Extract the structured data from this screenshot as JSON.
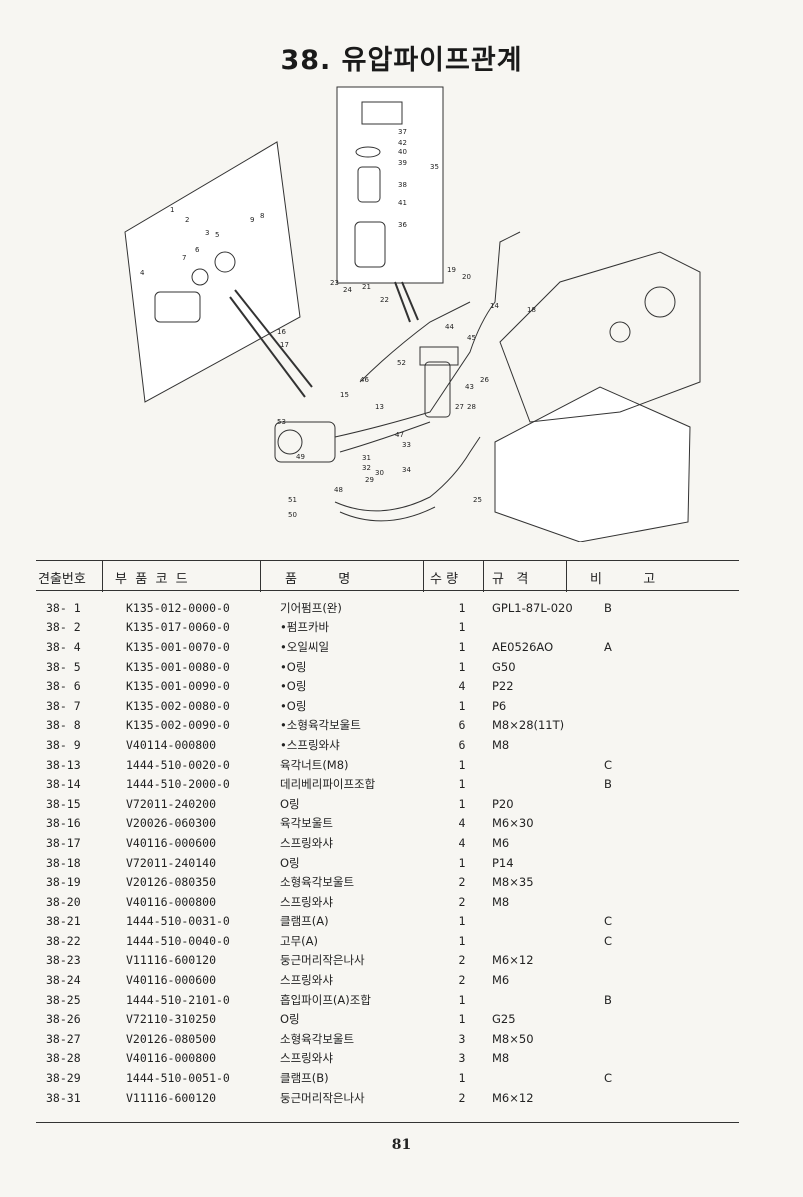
{
  "page": {
    "title": "38. 유압파이프관계",
    "page_number": "81"
  },
  "diagram": {
    "callouts": [
      "1",
      "2",
      "3",
      "4",
      "5",
      "6",
      "7",
      "8",
      "9",
      "13",
      "14",
      "15",
      "16",
      "17",
      "18",
      "19",
      "20",
      "21",
      "22",
      "23",
      "24",
      "25",
      "26",
      "27",
      "28",
      "29",
      "30",
      "31",
      "32",
      "33",
      "34",
      "35",
      "36",
      "37",
      "38",
      "39",
      "40",
      "41",
      "42",
      "43",
      "44",
      "45",
      "46",
      "47",
      "48",
      "49",
      "50",
      "51",
      "52",
      "53"
    ]
  },
  "table": {
    "headers": {
      "no": "견출번호",
      "code": "부  품  코  드",
      "name": "품          명",
      "qty": "수 량",
      "spec": "규   격",
      "remarks": "비          고"
    },
    "rows": [
      {
        "no": "38- 1",
        "code": "K135-012-0000-0",
        "name": "기어펌프(완)",
        "qty": "1",
        "spec": "GPL1-87L-020",
        "rem": "B"
      },
      {
        "no": "38- 2",
        "code": "K135-017-0060-0",
        "name": "•펌프카바",
        "qty": "1",
        "spec": "",
        "rem": ""
      },
      {
        "no": "38- 4",
        "code": "K135-001-0070-0",
        "name": "•오일씨일",
        "qty": "1",
        "spec": "AE0526AO",
        "rem": "A"
      },
      {
        "no": "38- 5",
        "code": "K135-001-0080-0",
        "name": "•O링",
        "qty": "1",
        "spec": "G50",
        "rem": ""
      },
      {
        "no": "38- 6",
        "code": "K135-001-0090-0",
        "name": "•O링",
        "qty": "4",
        "spec": "P22",
        "rem": ""
      },
      {
        "no": "38- 7",
        "code": "K135-002-0080-0",
        "name": "•O링",
        "qty": "1",
        "spec": "P6",
        "rem": ""
      },
      {
        "no": "38- 8",
        "code": "K135-002-0090-0",
        "name": "•소형육각보울트",
        "qty": "6",
        "spec": "M8×28(11T)",
        "rem": ""
      },
      {
        "no": "38- 9",
        "code": "V40114-000800",
        "name": "•스프링와샤",
        "qty": "6",
        "spec": "M8",
        "rem": ""
      },
      {
        "no": "38-13",
        "code": "1444-510-0020-0",
        "name": "육각너트(M8)",
        "qty": "1",
        "spec": "",
        "rem": "C"
      },
      {
        "no": "38-14",
        "code": "1444-510-2000-0",
        "name": "데리베리파이프조합",
        "qty": "1",
        "spec": "",
        "rem": "B"
      },
      {
        "no": "38-15",
        "code": "V72011-240200",
        "name": "O링",
        "qty": "1",
        "spec": "P20",
        "rem": ""
      },
      {
        "no": "38-16",
        "code": "V20026-060300",
        "name": "육각보울트",
        "qty": "4",
        "spec": "M6×30",
        "rem": ""
      },
      {
        "no": "38-17",
        "code": "V40116-000600",
        "name": "스프링와샤",
        "qty": "4",
        "spec": "M6",
        "rem": ""
      },
      {
        "no": "38-18",
        "code": "V72011-240140",
        "name": "O링",
        "qty": "1",
        "spec": "P14",
        "rem": ""
      },
      {
        "no": "38-19",
        "code": "V20126-080350",
        "name": "소형육각보울트",
        "qty": "2",
        "spec": "M8×35",
        "rem": ""
      },
      {
        "no": "38-20",
        "code": "V40116-000800",
        "name": "스프링와샤",
        "qty": "2",
        "spec": "M8",
        "rem": ""
      },
      {
        "no": "38-21",
        "code": "1444-510-0031-0",
        "name": "클램프(A)",
        "qty": "1",
        "spec": "",
        "rem": "C"
      },
      {
        "no": "38-22",
        "code": "1444-510-0040-0",
        "name": "고무(A)",
        "qty": "1",
        "spec": "",
        "rem": "C"
      },
      {
        "no": "38-23",
        "code": "V11116-600120",
        "name": "둥근머리작은나사",
        "qty": "2",
        "spec": "M6×12",
        "rem": ""
      },
      {
        "no": "38-24",
        "code": "V40116-000600",
        "name": "스프링와샤",
        "qty": "2",
        "spec": "M6",
        "rem": ""
      },
      {
        "no": "38-25",
        "code": "1444-510-2101-0",
        "name": "흡입파이프(A)조합",
        "qty": "1",
        "spec": "",
        "rem": "B"
      },
      {
        "no": "38-26",
        "code": "V72110-310250",
        "name": "O링",
        "qty": "1",
        "spec": "G25",
        "rem": ""
      },
      {
        "no": "38-27",
        "code": "V20126-080500",
        "name": "소형육각보울트",
        "qty": "3",
        "spec": "M8×50",
        "rem": ""
      },
      {
        "no": "38-28",
        "code": "V40116-000800",
        "name": "스프링와샤",
        "qty": "3",
        "spec": "M8",
        "rem": ""
      },
      {
        "no": "38-29",
        "code": "1444-510-0051-0",
        "name": "클램프(B)",
        "qty": "1",
        "spec": "",
        "rem": "C"
      },
      {
        "no": "38-31",
        "code": "V11116-600120",
        "name": "둥근머리작은나사",
        "qty": "2",
        "spec": "M6×12",
        "rem": ""
      }
    ]
  }
}
